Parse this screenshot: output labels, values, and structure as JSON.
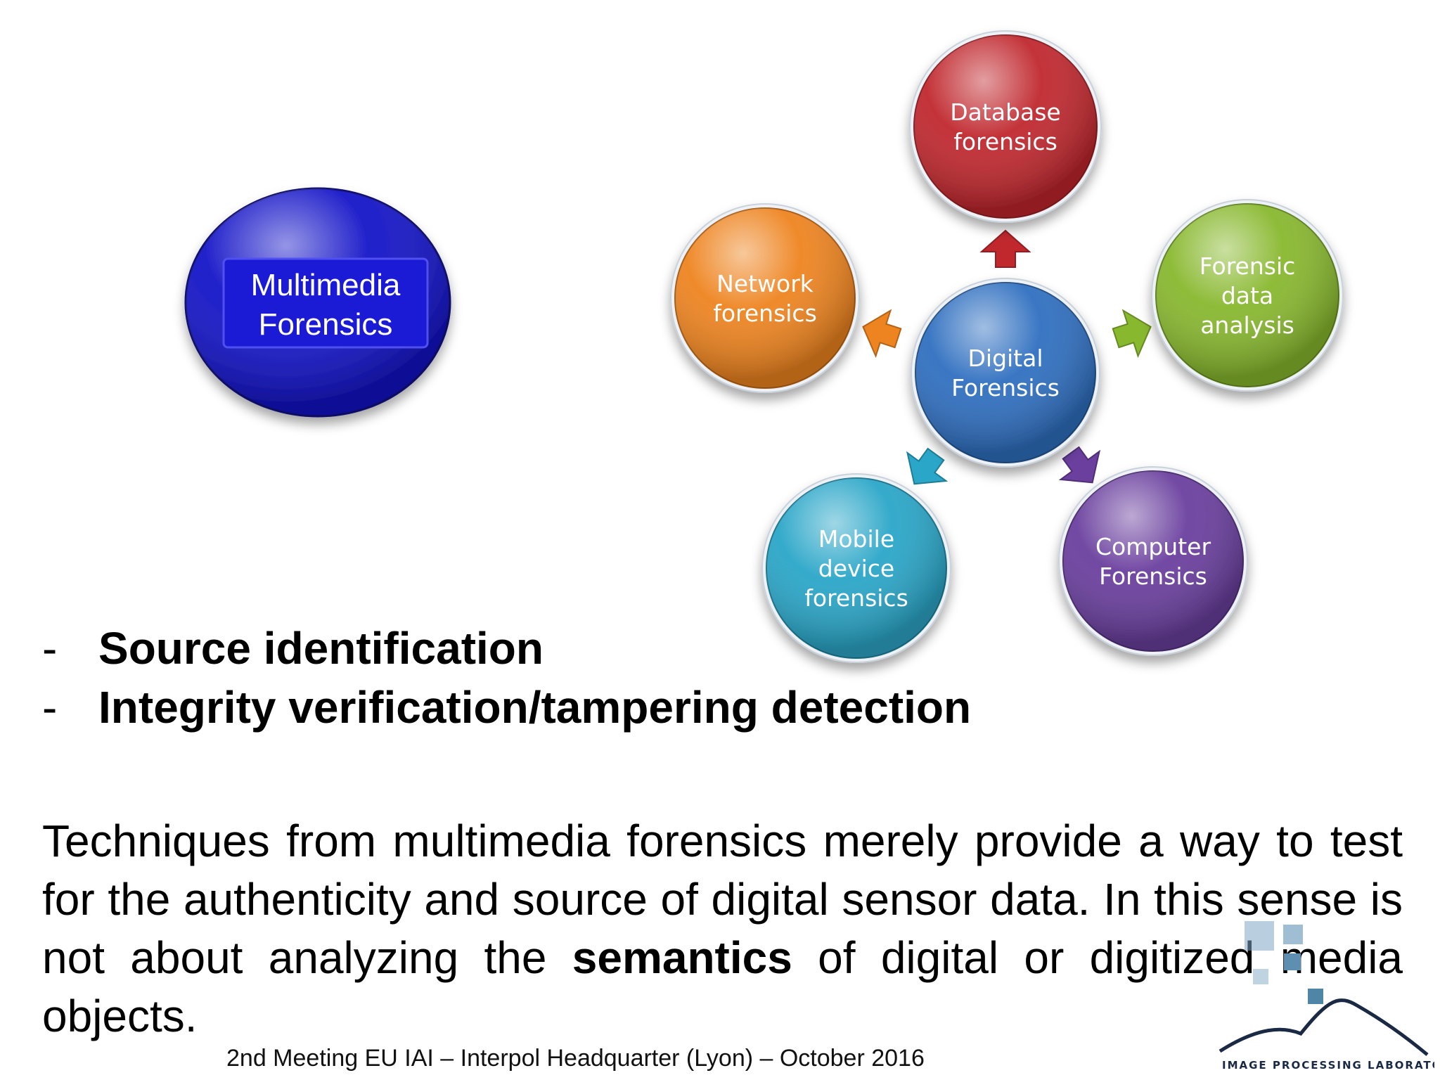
{
  "diagram": {
    "multimedia_node": {
      "line1": "Multimedia",
      "line2": "Forensics",
      "color": "#1414c8"
    },
    "center_node": {
      "lines": [
        "Digital",
        "Forensics"
      ],
      "color": "#2f6fc0"
    },
    "nodes": [
      {
        "id": "database",
        "lines": [
          "Database",
          "forensics"
        ],
        "color": "#c0282e"
      },
      {
        "id": "forensic-data",
        "lines": [
          "Forensic",
          "data",
          "analysis"
        ],
        "color": "#88b82e"
      },
      {
        "id": "computer",
        "lines": [
          "Computer",
          "Forensics"
        ],
        "color": "#6a3f9e"
      },
      {
        "id": "mobile",
        "lines": [
          "Mobile",
          "device",
          "forensics"
        ],
        "color": "#2aa6c8"
      },
      {
        "id": "network",
        "lines": [
          "Network",
          "forensics"
        ],
        "color": "#ee8420"
      }
    ]
  },
  "bullets": [
    {
      "dash": "-",
      "text": "Source identification"
    },
    {
      "dash": "-",
      "text": "Integrity verification/tampering detection"
    }
  ],
  "paragraph": {
    "before": "Techniques from multimedia forensics merely provide a way to test for the authenticity and source of digital sensor data. In this sense is not about analyzing the ",
    "bold": "semantics",
    "after": " of digital or digitized media objects."
  },
  "footer": "2nd Meeting EU IAI – Interpol Headquarter (Lyon) – October 2016",
  "logo": {
    "text": "IMAGE PROCESSING LABORATORY",
    "colors": {
      "dark": "#1a2a44",
      "square": "#7fa8c4"
    }
  }
}
